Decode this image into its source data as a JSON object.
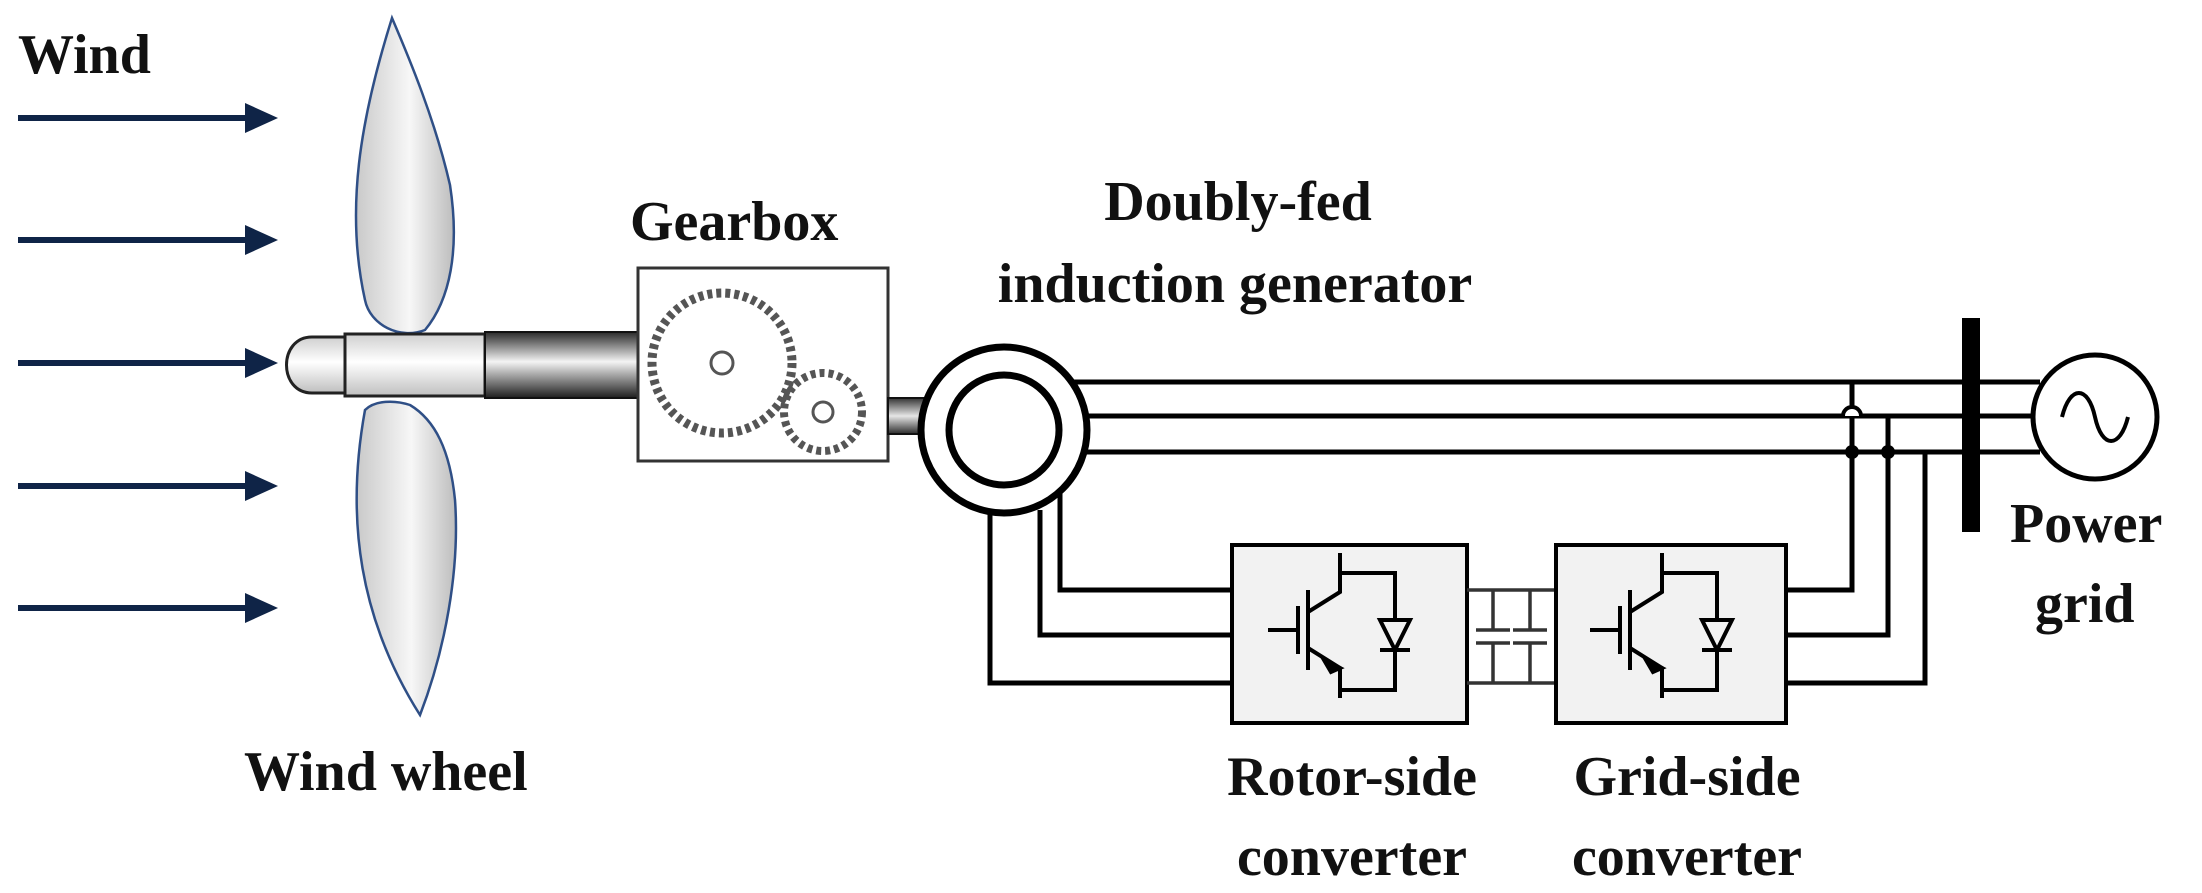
{
  "labels": {
    "wind": "Wind",
    "wind_wheel": "Wind wheel",
    "gearbox": "Gearbox",
    "dfig_line1": "Doubly-fed",
    "dfig_line2": "induction generator",
    "rotor_side_line1": "Rotor-side",
    "rotor_side_line2": "converter",
    "grid_side_line1": "Grid-side",
    "grid_side_line2": "converter",
    "power_grid_line1": "Power",
    "power_grid_line2": "grid"
  },
  "colors": {
    "wind_arrow": "#0f2447",
    "line": "#000000",
    "converter_fill": "#f2f2f2",
    "blade_edge": "#2f4f86"
  },
  "icons": {
    "wind_arrows": "arrow-right-icon",
    "wind_wheel": "turbine-blade-icon",
    "gearbox": "gear-icon",
    "generator": "dfig-icon",
    "converter": "igbt-diode-icon",
    "dc_link": "capacitor-icon",
    "grid_source": "ac-source-icon"
  }
}
